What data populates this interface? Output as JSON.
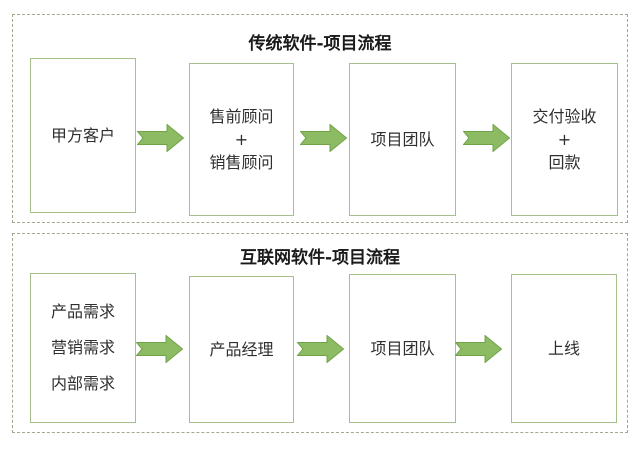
{
  "colors": {
    "dashed_border": "#9fab8e",
    "box_border": "#a5c08a",
    "arrow_fill": "#8dbb64",
    "arrow_stroke": "#70a347",
    "text": "#2f2f2f",
    "title": "#1a1a1a"
  },
  "sections": [
    {
      "title": "传统软件-项目流程",
      "boxes": [
        {
          "lines": [
            "甲方客户"
          ]
        },
        {
          "lines": [
            "售前顾问",
            "+",
            "销售顾问"
          ]
        },
        {
          "lines": [
            "项目团队"
          ]
        },
        {
          "lines": [
            "交付验收",
            "+",
            "回款"
          ]
        }
      ]
    },
    {
      "title": "互联网软件-项目流程",
      "boxes": [
        {
          "lines": [
            "产品需求",
            "营销需求",
            "内部需求"
          ]
        },
        {
          "lines": [
            "产品经理"
          ]
        },
        {
          "lines": [
            "项目团队"
          ]
        },
        {
          "lines": [
            "上线"
          ]
        }
      ]
    }
  ]
}
